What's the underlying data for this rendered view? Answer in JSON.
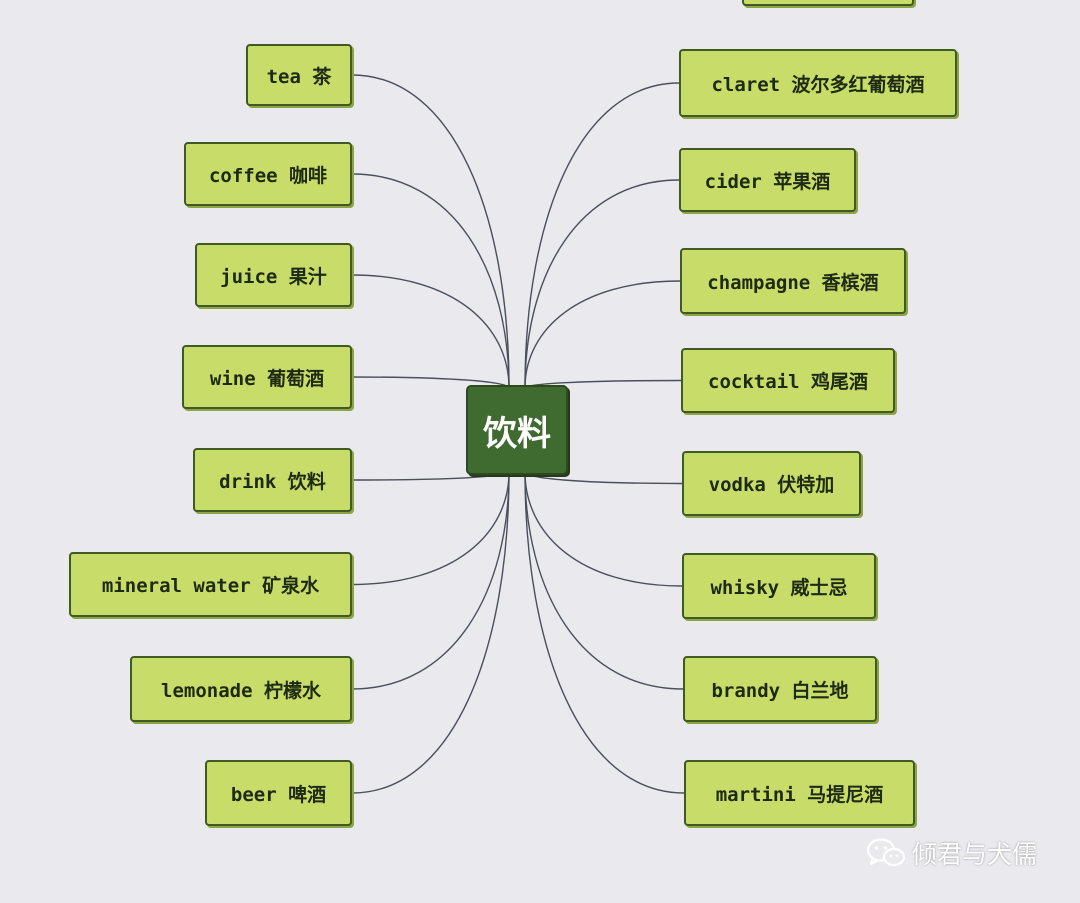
{
  "center": {
    "label": "饮料"
  },
  "left_nodes": [
    {
      "id": "tea",
      "label": "tea 茶"
    },
    {
      "id": "coffee",
      "label": "coffee 咖啡"
    },
    {
      "id": "juice",
      "label": "juice 果汁"
    },
    {
      "id": "wine",
      "label": "wine 葡萄酒"
    },
    {
      "id": "drink",
      "label": "drink 饮料"
    },
    {
      "id": "mineral-water",
      "label": "mineral water 矿泉水"
    },
    {
      "id": "lemonade",
      "label": "lemonade 柠檬水"
    },
    {
      "id": "beer",
      "label": "beer 啤酒"
    }
  ],
  "right_nodes": [
    {
      "id": "claret",
      "label": "claret 波尔多红葡萄酒"
    },
    {
      "id": "cider",
      "label": "cider 苹果酒"
    },
    {
      "id": "champagne",
      "label": "champagne 香槟酒"
    },
    {
      "id": "cocktail",
      "label": "cocktail 鸡尾酒"
    },
    {
      "id": "vodka",
      "label": "vodka 伏特加"
    },
    {
      "id": "whisky",
      "label": "whisky 威士忌"
    },
    {
      "id": "brandy",
      "label": "brandy 白兰地"
    },
    {
      "id": "martini",
      "label": "martini 马提尼酒"
    }
  ],
  "watermark": {
    "text": "倾君与犬儒"
  },
  "colors": {
    "node_fill": "#c8dc6a",
    "node_border": "#3f5a23",
    "center_fill": "#3f6a30",
    "link": "#4b4f5a",
    "background": "#e9e9ee"
  }
}
